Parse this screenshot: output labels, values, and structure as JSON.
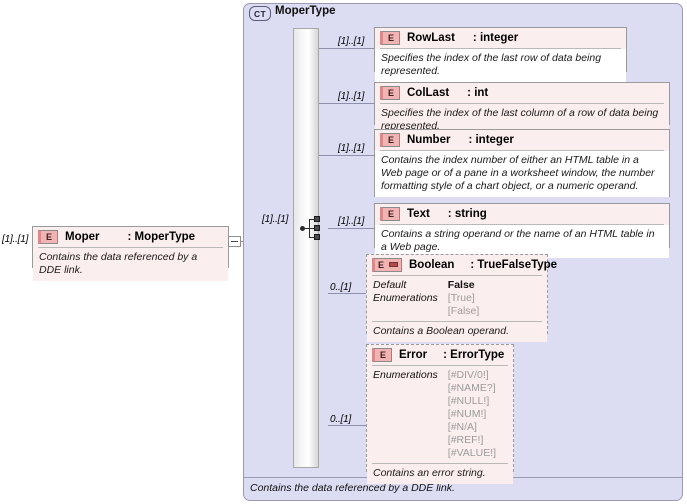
{
  "diagram": {
    "kind": "xsd-schema-diagram",
    "colors": {
      "container_fill": "#dcdcf2",
      "container_border": "#9a9ab5",
      "element_fill": "#fbeeee",
      "element_border": "#9a9a9a",
      "icon_fill": "#f2b3b3",
      "line": "#8f8fae",
      "enum_text": "#9b9b9b"
    }
  },
  "root_element": {
    "icon": "element-icon",
    "cardinality": "[1]..[1]",
    "name": "Moper",
    "type": ": MoperType",
    "documentation": "Contains the data referenced by a DDE link.",
    "toggle": "collapse-toggle"
  },
  "complex_type": {
    "badge": "CT",
    "badge_name": "complextype-badge",
    "title": "MoperType",
    "documentation": "Contains the data referenced by a DDE link.",
    "model_group": "choice-node",
    "connector_cardinality": "[1]..[1]"
  },
  "children": [
    {
      "id": "rowlast",
      "icon": "element-icon",
      "cardinality": "[1]..[1]",
      "name": "RowLast",
      "type": ": integer",
      "documentation": "Specifies the index of the last row of data being represented.",
      "border": "solid",
      "doc_background": "white"
    },
    {
      "id": "collast",
      "icon": "element-icon",
      "cardinality": "[1]..[1]",
      "name": "ColLast",
      "type": ": int",
      "documentation": "Specifies the index of the last column of a row of data being represented.",
      "border": "solid",
      "doc_background": "pink"
    },
    {
      "id": "number",
      "icon": "element-icon",
      "cardinality": "[1]..[1]",
      "name": "Number",
      "type": ": integer",
      "documentation": "Contains the index number of either an HTML table in a Web page or of a pane in a worksheet window, the number formatting style of a chart object, or a numeric operand.",
      "border": "solid",
      "doc_background": "white"
    },
    {
      "id": "text",
      "icon": "element-icon",
      "cardinality": "[1]..[1]",
      "name": "Text",
      "type": ": string",
      "documentation": "Contains a string operand or the name of an HTML table in a Web page.",
      "border": "solid",
      "doc_background": "white"
    },
    {
      "id": "boolean",
      "icon": "element-default-icon",
      "cardinality": "0..[1]",
      "name": "Boolean",
      "type": ": TrueFalseType",
      "documentation": "Contains a Boolean operand.",
      "border": "dashed",
      "doc_background": "pink",
      "facets": {
        "labels": [
          "Default",
          "Enumerations"
        ],
        "default_value": "False",
        "enumerations": [
          "[True]",
          "[False]"
        ]
      }
    },
    {
      "id": "error",
      "icon": "element-icon",
      "cardinality": "0..[1]",
      "name": "Error",
      "type": ": ErrorType",
      "documentation": "Contains an error string.",
      "border": "dashed",
      "doc_background": "pink",
      "facets": {
        "labels": [
          "Enumerations"
        ],
        "enumerations": [
          "[#DIV/0!]",
          "[#NAME?]",
          "[#NULL!]",
          "[#NUM!]",
          "[#N/A]",
          "[#REF!]",
          "[#VALUE!]"
        ]
      }
    }
  ]
}
